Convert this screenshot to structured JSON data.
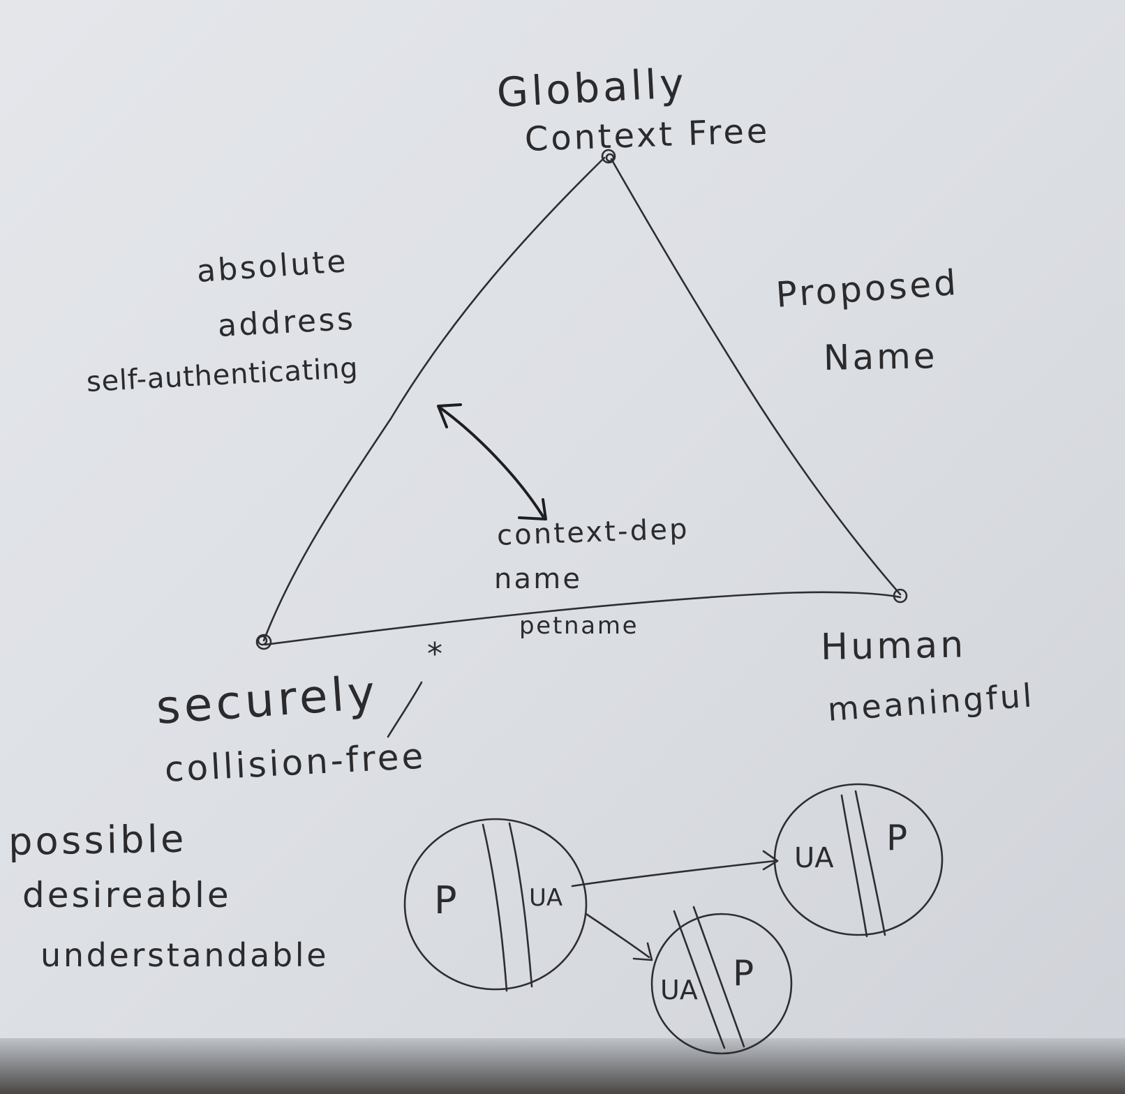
{
  "triangle": {
    "top_label_line1": "Globally",
    "top_label_line2": "Context Free",
    "left_label_line1": "absolute",
    "left_label_line2": "address",
    "left_label_line3": "self-authenticating",
    "right_label_line1": "Proposed",
    "right_label_line2": "Name",
    "center_label_line1": "context-dep",
    "center_label_line2": "name",
    "center_label_line3": "petname",
    "bottom_left_line1": "securely",
    "bottom_left_line2": "collision-free",
    "bottom_right_line1": "Human",
    "bottom_right_line2": "meaningful",
    "star_mark": "*"
  },
  "notes": {
    "line1": "possible",
    "line2": "desireable",
    "line3": "understandable"
  },
  "circles": {
    "left_p": "P",
    "left_ua": "UA",
    "right_ua": "UA",
    "right_p": "P",
    "bottom_ua": "UA",
    "bottom_p": "P"
  },
  "colors": {
    "board": "#dde0e5",
    "ink": "#2b2a2c"
  }
}
